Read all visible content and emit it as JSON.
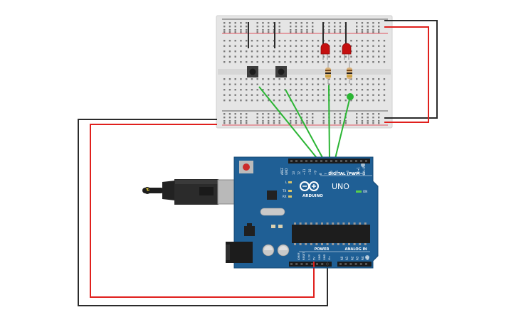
{
  "board": {
    "brand_label": "ARDUINO",
    "model_label": "UNO",
    "digital_label": "DIGITAL (PWM~)",
    "power_label": "POWER",
    "analog_label": "ANALOG IN",
    "on_label": "ON",
    "l_label": "L",
    "tx_label": "TX",
    "rx_label": "RX",
    "aref_label": "AREF",
    "gnd_label": "GND",
    "digital_pins": [
      "13",
      "12",
      "~11",
      "~10",
      "~9",
      "8",
      "7",
      "~6",
      "~5",
      "4",
      "~3",
      "2",
      "TX→1",
      "RX←0"
    ],
    "power_pins": [
      "IOREF",
      "RESET",
      "3.3V",
      "5V",
      "GND",
      "GND",
      "Vin"
    ],
    "analog_pins": [
      "A0",
      "A1",
      "A2",
      "A3",
      "A4",
      "A5"
    ]
  },
  "colors": {
    "board_blue": "#1f5f95",
    "wire_red": "#e0201d",
    "wire_black": "#2b2b2b",
    "wire_green": "#2bb534",
    "led_red": "#c40f0f",
    "breadboard": "#e6e6e6"
  },
  "components": {
    "leds": 2,
    "buttons": 2,
    "resistors": 2
  }
}
